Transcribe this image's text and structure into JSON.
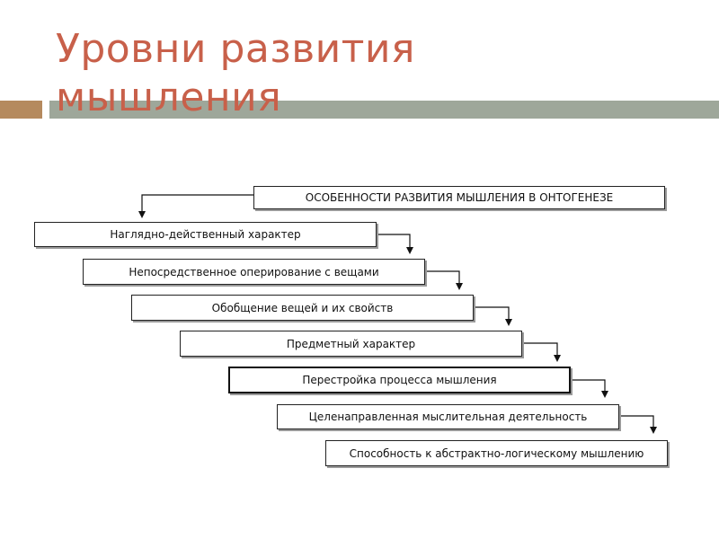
{
  "slide": {
    "title": "Уровни развития мышления"
  },
  "diagram": {
    "header": "ОСОБЕННОСТИ РАЗВИТИЯ МЫШЛЕНИЯ В ОНТОГЕНЕЗЕ",
    "steps": [
      "Наглядно-действенный характер",
      "Непосредственное оперирование с вещами",
      "Обобщение вещей и их свойств",
      "Предметный характер",
      "Перестройка процесса мышления",
      "Целенаправленная мыслительная деятельность",
      "Способность к абстрактно-логическому мышлению"
    ]
  },
  "colors": {
    "title": "#c8604a",
    "accent_bar_left": "#b58a5e",
    "accent_bar_right": "#9ea79a"
  }
}
